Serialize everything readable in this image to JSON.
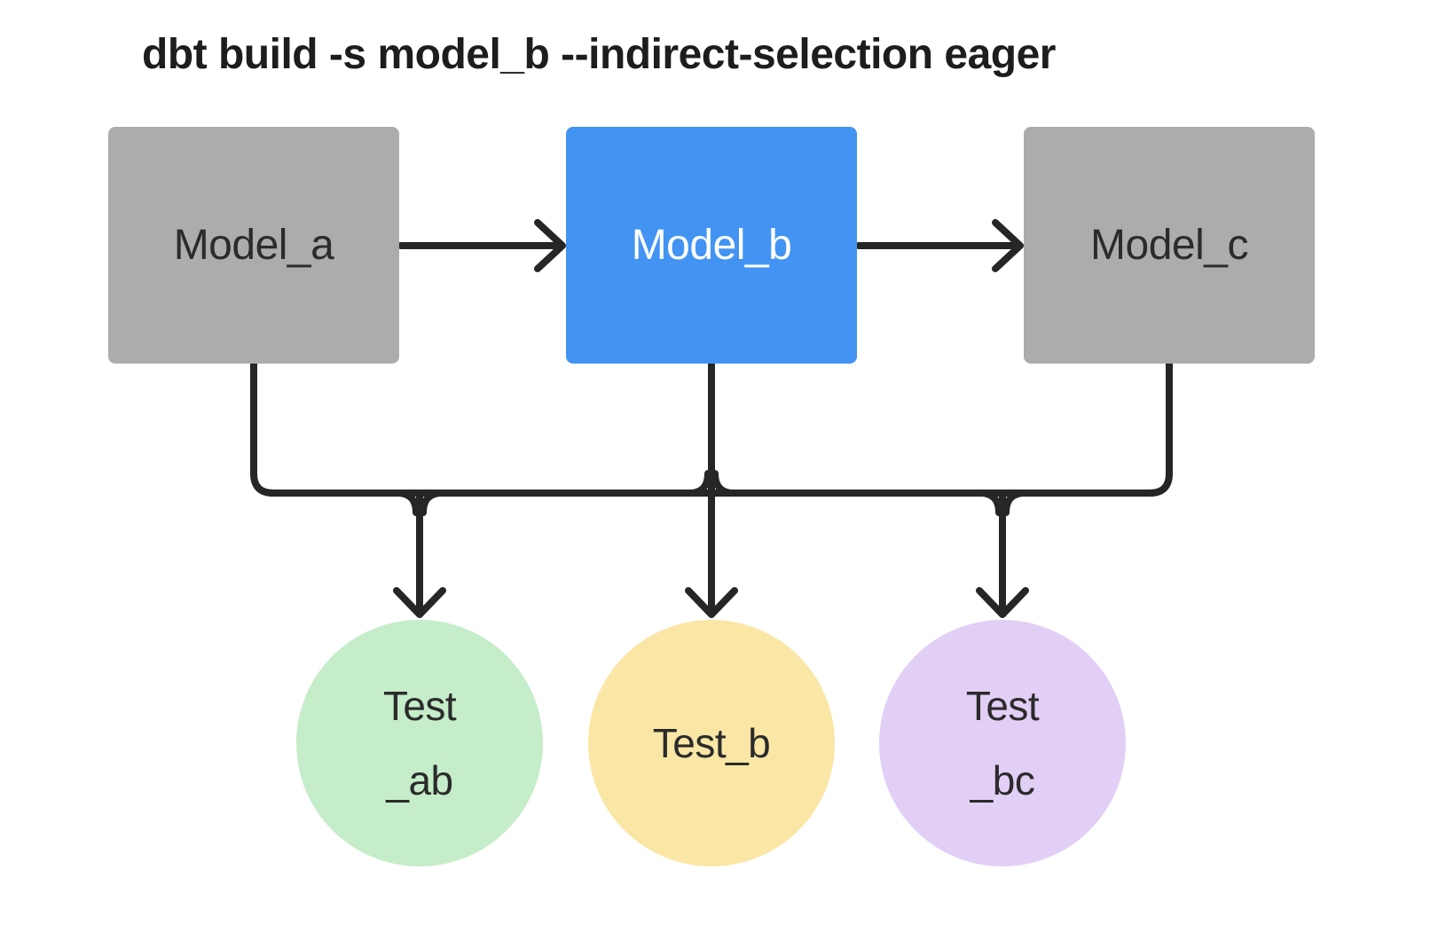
{
  "title": "dbt build -s model_b --indirect-selection eager",
  "colors": {
    "background": "#ffffff",
    "model_default_fill": "#acacac",
    "model_selected_fill": "#4394f2",
    "test_ab_fill": "#c5edc9",
    "test_b_fill": "#fae7a6",
    "test_bc_fill": "#e2cff6",
    "edge_stroke": "#262626",
    "text_dark": "#2b2b2b",
    "text_light": "#ffffff",
    "title_color": "#1d1d1f"
  },
  "nodes": {
    "model_a": {
      "label": "Model_a",
      "type": "model",
      "selected": false
    },
    "model_b": {
      "label": "Model_b",
      "type": "model",
      "selected": true
    },
    "model_c": {
      "label": "Model_c",
      "type": "model",
      "selected": false
    },
    "test_ab": {
      "lines": [
        "Test",
        "_ab"
      ],
      "type": "test"
    },
    "test_b": {
      "lines": [
        "Test_b"
      ],
      "type": "test"
    },
    "test_bc": {
      "lines": [
        "Test",
        "_bc"
      ],
      "type": "test"
    }
  },
  "edges": [
    {
      "from": "model_a",
      "to": "model_b",
      "style": "arrow"
    },
    {
      "from": "model_b",
      "to": "model_c",
      "style": "arrow"
    },
    {
      "from": "model_a",
      "to": "test_ab",
      "style": "bus-arrow"
    },
    {
      "from": "model_b",
      "to": "test_ab",
      "style": "bus-arrow"
    },
    {
      "from": "model_b",
      "to": "test_b",
      "style": "bus-arrow"
    },
    {
      "from": "model_b",
      "to": "test_bc",
      "style": "bus-arrow"
    },
    {
      "from": "model_c",
      "to": "test_bc",
      "style": "bus-arrow"
    }
  ]
}
